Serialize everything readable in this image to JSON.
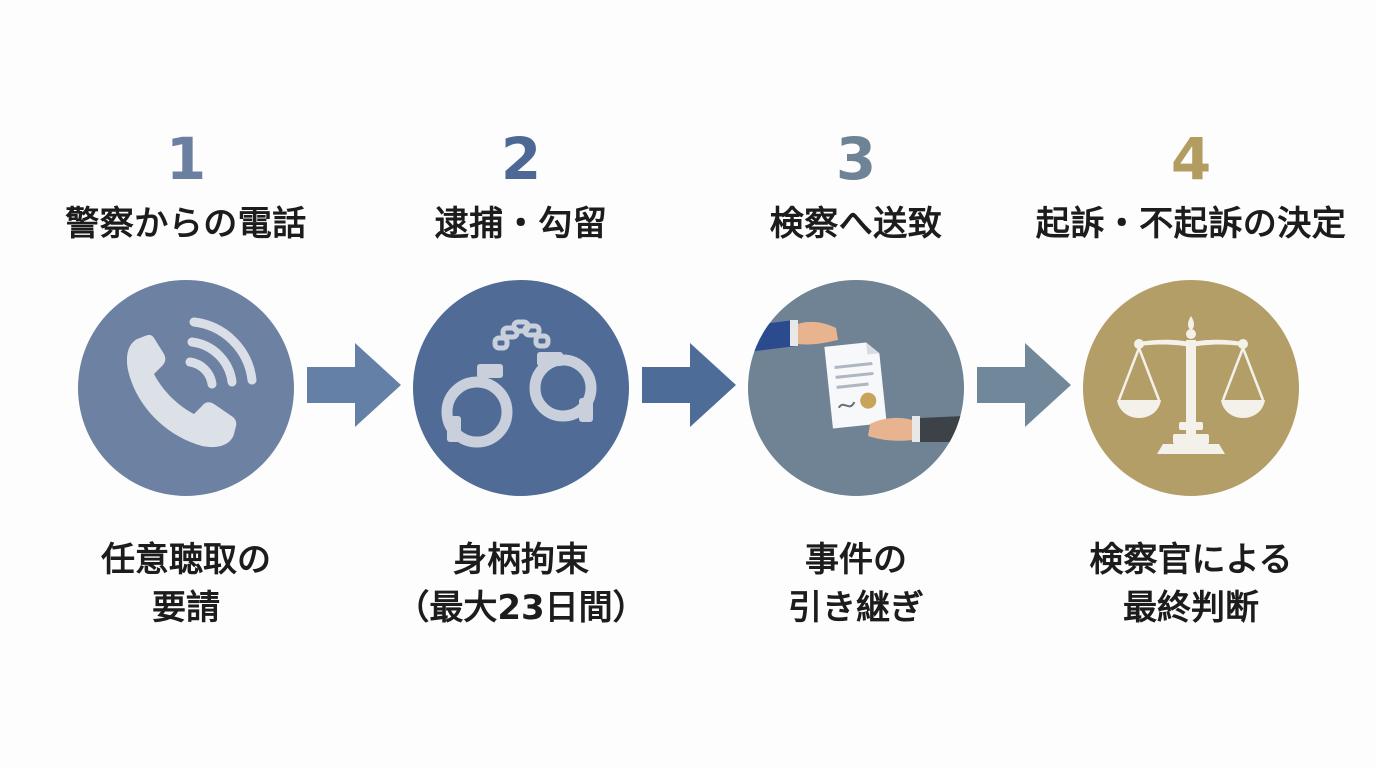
{
  "steps": [
    {
      "number": "1",
      "title": "警察からの電話",
      "desc_line1": "任意聴取の",
      "desc_line2": "要請",
      "icon": "phone-icon",
      "number_color": "#6b7fa0",
      "circle_color": "#6d82a3"
    },
    {
      "number": "2",
      "title": "逮捕・勾留",
      "desc_line1": "身柄拘束",
      "desc_line2": "（最大23日間）",
      "icon": "handcuffs-icon",
      "number_color": "#4d6894",
      "circle_color": "#4f6b96"
    },
    {
      "number": "3",
      "title": "検察へ送致",
      "desc_line1": "事件の",
      "desc_line2": "引き継ぎ",
      "icon": "document-handover-icon",
      "number_color": "#6e8496",
      "circle_color": "#6f8394"
    },
    {
      "number": "4",
      "title": "起訴・不起訴の決定",
      "desc_line1": "検察官による",
      "desc_line2": "最終判断",
      "icon": "scales-of-justice-icon",
      "number_color": "#b39c60",
      "circle_color": "#b49e68"
    }
  ],
  "arrows": [
    {
      "icon": "arrow-right-icon",
      "color": "#6580a6"
    },
    {
      "icon": "arrow-right-icon",
      "color": "#4e6c98"
    },
    {
      "icon": "arrow-right-icon",
      "color": "#71879a"
    }
  ]
}
